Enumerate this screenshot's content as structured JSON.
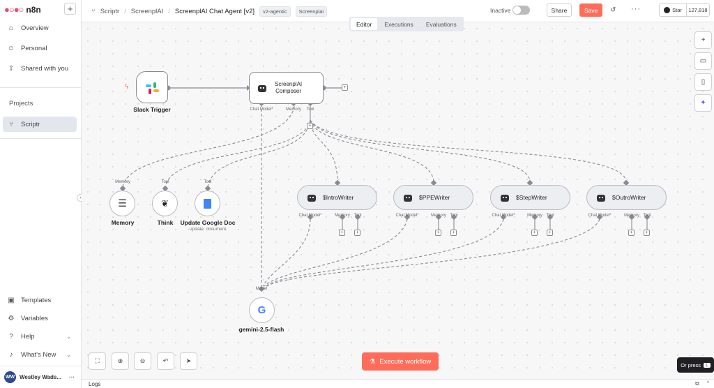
{
  "app": {
    "name": "n8n"
  },
  "sidebar": {
    "items": [
      {
        "label": "Overview",
        "icon": "home-icon"
      },
      {
        "label": "Personal",
        "icon": "user-icon"
      },
      {
        "label": "Shared with you",
        "icon": "share-icon"
      }
    ],
    "projects_label": "Projects",
    "project": {
      "label": "Scriptr",
      "icon": "branch-icon"
    },
    "bottom": [
      {
        "label": "Templates",
        "icon": "templates-icon"
      },
      {
        "label": "Variables",
        "icon": "variables-icon"
      },
      {
        "label": "Help",
        "icon": "help-icon"
      },
      {
        "label": "What's New",
        "icon": "bell-icon"
      }
    ],
    "user": {
      "initials": "WW",
      "name": "Westley Wads..."
    }
  },
  "header": {
    "breadcrumb": [
      "Scriptr",
      "ScreenplAI"
    ],
    "workflow_title": "ScreenplAI Chat Agent [v2]",
    "tags": [
      "v2-agentic",
      "Screenplai"
    ],
    "status_label": "Inactive",
    "share_label": "Share",
    "save_label": "Save",
    "github": {
      "star_label": "Star",
      "count": "127,818"
    }
  },
  "tabs": [
    {
      "label": "Editor",
      "active": true
    },
    {
      "label": "Executions",
      "active": false
    },
    {
      "label": "Evaluations",
      "active": false
    }
  ],
  "canvas": {
    "trigger": {
      "label": "Slack Trigger"
    },
    "composer": {
      "label_line1": "ScreenplAI",
      "label_line2": "Composer",
      "ports": [
        "Chat Model*",
        "Memory",
        "Tool"
      ]
    },
    "subnodes": [
      {
        "label": "Memory",
        "port": "Memory",
        "sub": ""
      },
      {
        "label": "Think",
        "port": "Tool",
        "sub": ""
      },
      {
        "label": "Update Google Doc",
        "port": "Tool",
        "sub": "update: document"
      }
    ],
    "agents": [
      {
        "label": "$IntroWriter",
        "ports": [
          "Chat Model*",
          "Memory",
          "Tool"
        ]
      },
      {
        "label": "$PPEWriter",
        "ports": [
          "Chat Model*",
          "Memory",
          "Tool"
        ]
      },
      {
        "label": "$StepWriter",
        "ports": [
          "Chat Model*",
          "Memory",
          "Tool"
        ]
      },
      {
        "label": "$OutroWriter",
        "ports": [
          "Chat Model*",
          "Memory",
          "Tool"
        ]
      }
    ],
    "model": {
      "label": "gemini-2.5-flash",
      "port": "Model"
    }
  },
  "execute_label": "Execute workflow",
  "or_press": {
    "label": "Or press",
    "key": "L"
  },
  "logs_label": "Logs",
  "colors": {
    "accent": "#ff6d5a",
    "wire": "#8a8a92",
    "brand": "#ea4b71"
  }
}
